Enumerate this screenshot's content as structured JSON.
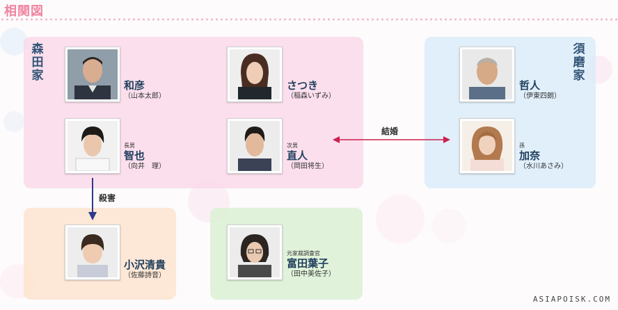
{
  "title": "相関図",
  "groups": {
    "morita": "森田家",
    "suma": "須磨家"
  },
  "people": {
    "kazuhiko": {
      "role": "",
      "name": "和彦",
      "actor": "（山本太郎）"
    },
    "satsuki": {
      "role": "",
      "name": "さつき",
      "actor": "（稲森いずみ）"
    },
    "tomoya": {
      "role": "長男",
      "name": "智也",
      "actor": "（向井　理）"
    },
    "naoto": {
      "role": "次男",
      "name": "直人",
      "actor": "（岡田将生）"
    },
    "tetsuto": {
      "role": "",
      "name": "哲人",
      "actor": "（伊東四朗）"
    },
    "kana": {
      "role": "孫",
      "name": "加奈",
      "actor": "（水川あさみ）"
    },
    "kiyotaka": {
      "role": "",
      "name": "小沢清貴",
      "actor": "（佐藤詩音）"
    },
    "yoko": {
      "role": "元家裁調査官",
      "name": "富田葉子",
      "actor": "（田中美佐子）"
    }
  },
  "relations": {
    "marriage": "結婚",
    "murder": "殺害"
  },
  "watermark": "ASIAPOISK.COM",
  "colors": {
    "title": "#f0849f",
    "name": "#1f3e5c",
    "marriage_arrow": "#cc1f4d",
    "murder_arrow": "#2b3a8a"
  }
}
